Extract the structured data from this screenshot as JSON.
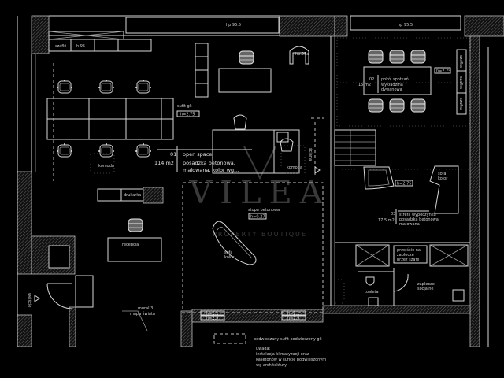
{
  "plan": {
    "heights": {
      "top_left": "hp 95.5",
      "top_right": "hp 95.5"
    },
    "cabinets": {
      "label1": "szafki",
      "label2": "h 95"
    },
    "ceiling_left": {
      "label": "sufit gk",
      "height": "h=2.75"
    },
    "open_space": {
      "number": "01",
      "name": "open space",
      "area": "114 m2",
      "floor1": "posadzka betonowa,",
      "floor2": "malowana, kolor wg..."
    },
    "concrete_step": {
      "label": "stopa betonowa",
      "height": "h=0.27"
    },
    "sofa_main": {
      "line1": "sofa",
      "line2": "kolor"
    },
    "dresser_left": "komoda",
    "dresser_right": "komoda",
    "printer": "drukarka",
    "reception": "recepcja",
    "entrance": "wejście",
    "mural": {
      "line1": "mural 3",
      "line2": "mapa świata"
    },
    "meeting_room": {
      "number": "02",
      "name": "pokój spotkań",
      "area": "15 m2",
      "floor1": "wykładzina",
      "floor2": "dywanowa",
      "height": "h=2.75",
      "chair_label": "hp.95a"
    },
    "storage": {
      "s1": "szafka",
      "s2": "szafka",
      "s3": "szafka"
    },
    "wall_note": "ściana",
    "lounge": {
      "number": "03",
      "name": "strefa wypoczynku",
      "area": "17.5 m2",
      "floor1": "posadzka betonowa,",
      "floor2": "malowana",
      "height": "h=2.75",
      "sofa1": "sofa",
      "sofa2": "kolor"
    },
    "passage": {
      "line1": "przejście na",
      "line2": "zaplecze",
      "line3": "przez szafę"
    },
    "toilet": "toaleta",
    "kitchen": {
      "line1": "zaplecze",
      "line2": "socjalne"
    },
    "beam_left": {
      "h1": "h=2.1",
      "h2": "h=2.9"
    },
    "beam_right": {
      "h1": "h=2.1",
      "h2": "h=2.9"
    },
    "legend": {
      "ceiling": "podwieszany sufit podwieszony gk",
      "note_title": "uwaga:",
      "note1": "instalacja klimatyzacji oraz",
      "note2": "kasetonów w suficie podwieszonym",
      "note3": "wg architektury"
    },
    "watermark": {
      "brand": "VILEA",
      "tagline": "PROPERTY BOUTIQUE"
    }
  }
}
